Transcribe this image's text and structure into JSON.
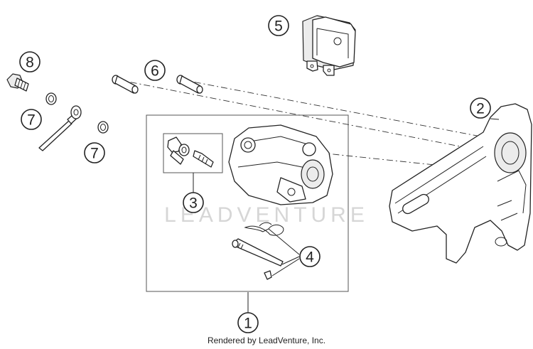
{
  "watermark": "LEADVENTURE",
  "credit": "Rendered by LeadVenture, Inc.",
  "callouts": {
    "c1": "1",
    "c2": "2",
    "c3": "3",
    "c4": "4",
    "c5": "5",
    "c6": "6",
    "c7a": "7",
    "c7b": "7",
    "c8": "8"
  }
}
